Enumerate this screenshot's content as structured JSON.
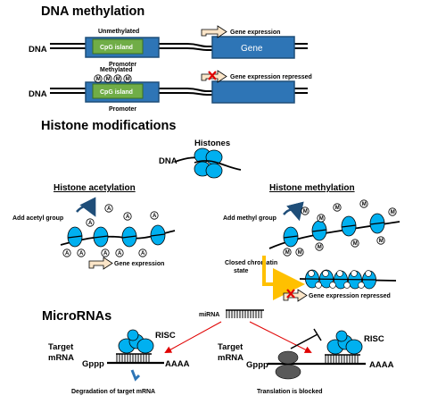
{
  "sections": {
    "dna_methylation": "DNA methylation",
    "histone_modifications": "Histone modifications",
    "micrornas": "MicroRNAs"
  },
  "methylation": {
    "dna": "DNA",
    "unmethylated": "Unmethylated",
    "methylated": "Methylated",
    "cpg_island": "CpG island",
    "promoter": "Promoter",
    "gene": "Gene",
    "gene_expression": "Gene expression",
    "gene_expression_repressed": "Gene expression repressed",
    "methyl_mark": "M"
  },
  "histones": {
    "histones_label": "Histones",
    "dna": "DNA",
    "acetylation_title": "Histone acetylation",
    "methylation_title": "Histone methylation",
    "add_acetyl": "Add acetyl group",
    "add_methyl": "Add methyl group",
    "acetyl_mark": "A",
    "methyl_mark": "M",
    "gene_expression": "Gene expression",
    "closed_chromatin": "Closed chromatin state",
    "gene_expression_repressed": "Gene expression repressed"
  },
  "microrna": {
    "mirna": "miRNA",
    "risc": "RISC",
    "target_mrna_line1": "Target",
    "target_mrna_line2": "mRNA",
    "gppp": "Gppp",
    "aaaa": "AAAA",
    "degradation": "Degradation of target mRNA",
    "translation_blocked": "Translation is blocked"
  },
  "colors": {
    "gene_blue": "#2E75B6",
    "gene_dark": "#1F4E79",
    "cpg_green": "#70AD47",
    "arrow_fill": "#FBE5C8",
    "histone_blue": "#00B0F0",
    "red_x": "#E00000",
    "closed_arrow": "#FFC000",
    "arrow_red": "#E00000",
    "ribosome_gray": "#595959"
  }
}
